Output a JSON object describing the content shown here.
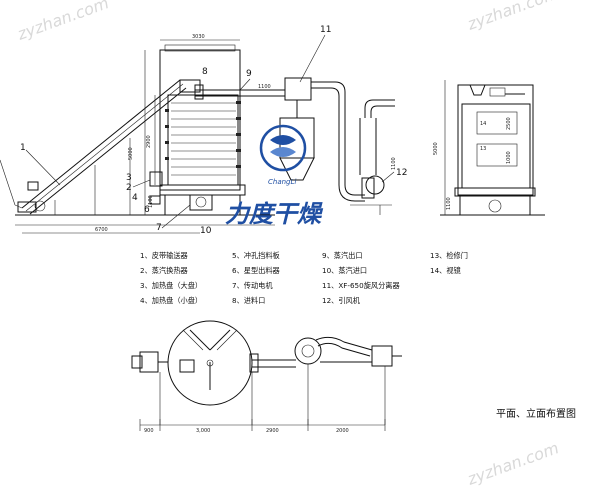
{
  "watermarks": [
    "zyzhan.com",
    "zyzhan.com",
    "zyzhan.com"
  ],
  "logo": {
    "cn": "力度干燥",
    "en": "ChangLi"
  },
  "callouts": [
    "1",
    "2",
    "3",
    "4",
    "5",
    "6",
    "7",
    "8",
    "9",
    "10",
    "11",
    "12"
  ],
  "side_labels": [
    "13",
    "14"
  ],
  "dimensions": {
    "tower_width": "3030",
    "height_left": "5000",
    "height_mid": "2900",
    "base": "1100",
    "conveyor_len": "6700",
    "right_h": "5000",
    "right_base": "1100",
    "right_mid": "2500",
    "right_low": "1000",
    "pipe": "1100",
    "bottom_1": "900",
    "bottom_2": "3,000",
    "bottom_3": "2900",
    "bottom_4": "2000"
  },
  "legend": [
    [
      "1、皮带输送器",
      "5、冲孔挡料板",
      "9、蒸汽出口",
      "13、检修门"
    ],
    [
      "2、蒸汽换热器",
      "6、星型出料器",
      "10、蒸汽进口",
      "14、视镜"
    ],
    [
      "3、加热盘（大盘）",
      "7、传动电机",
      "11、XF-650旋风分离器",
      ""
    ],
    [
      "4、加热盘（小盘）",
      "8、进料口",
      "12、引风机",
      ""
    ]
  ],
  "title": "平面、立面布置图"
}
